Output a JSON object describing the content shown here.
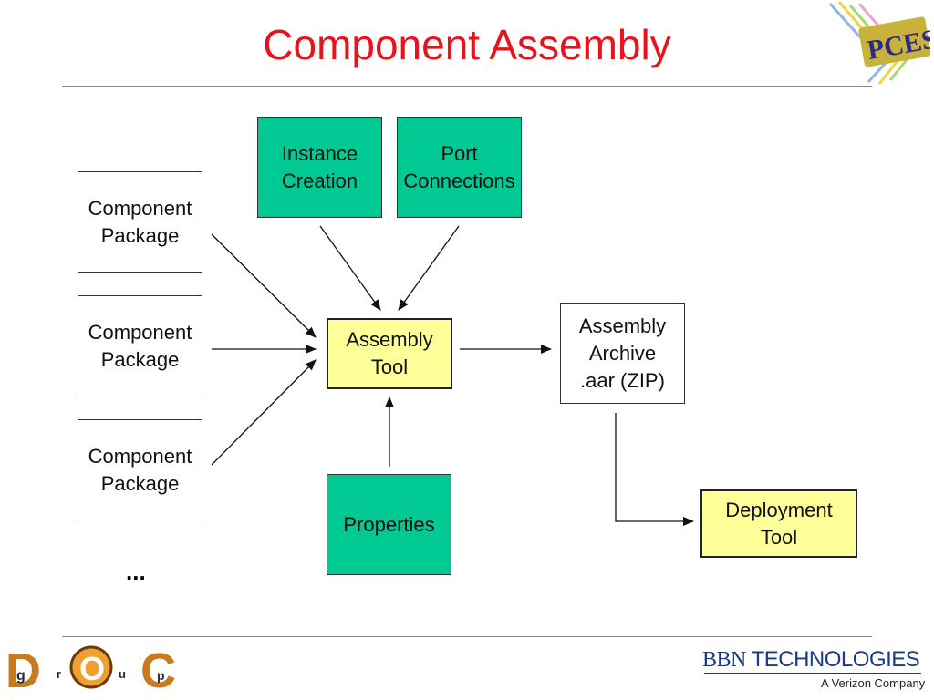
{
  "title": "Component Assembly",
  "nodes": {
    "package_1": "Component\nPackage",
    "package_2": "Component\nPackage",
    "package_3": "Component\nPackage",
    "instance_creation": "Instance\nCreation",
    "port_connections": "Port\nConnections",
    "assembly_tool": "Assembly\nTool",
    "properties": "Properties",
    "assembly_archive": "Assembly\nArchive\n.aar (ZIP)",
    "deployment_tool": "Deployment\nTool"
  },
  "ellipsis": "...",
  "logos": {
    "top_right_text": "PCES",
    "bottom_left_letters": [
      "D",
      "g",
      "r",
      "O",
      "u",
      "p",
      "C"
    ],
    "company_prefix": "BBN",
    "company_name": "TECHNOLOGIES",
    "company_tagline": "A Verizon Company"
  },
  "colors": {
    "title": "#e8141c",
    "green_box": "#00c994",
    "yellow_box": "#ffff99",
    "brand_blue": "#1b3a8a"
  }
}
